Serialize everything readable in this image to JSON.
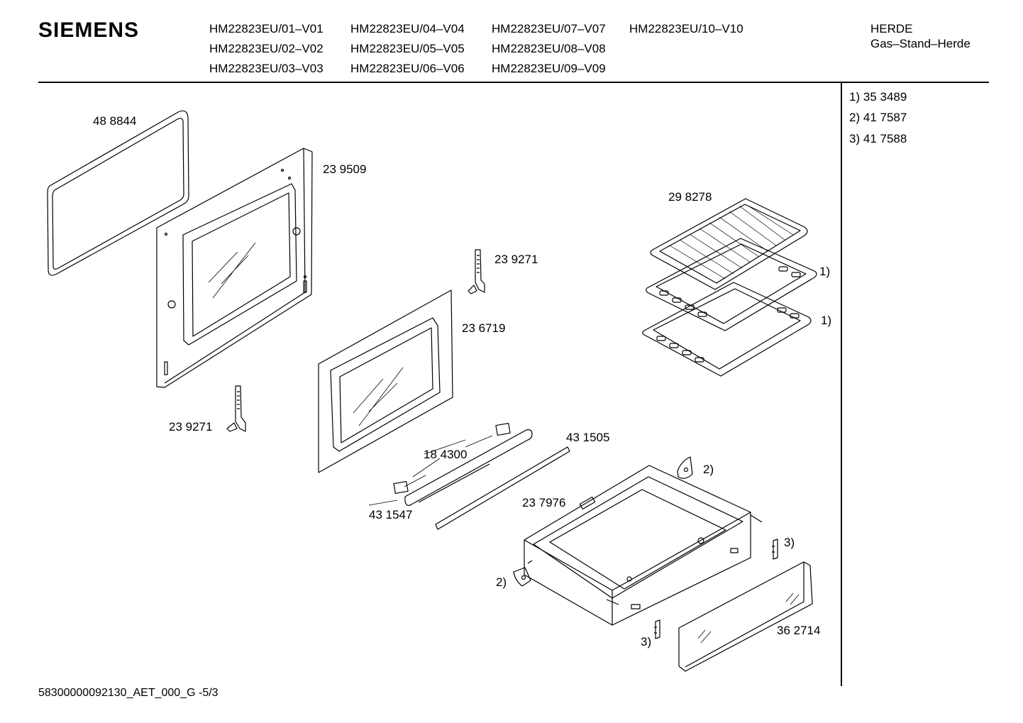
{
  "header": {
    "brand": "SIEMENS",
    "models": [
      "HM22823EU/01–V01",
      "HM22823EU/04–V04",
      "HM22823EU/07–V07",
      "HM22823EU/10–V10",
      "HM22823EU/02–V02",
      "HM22823EU/05–V05",
      "HM22823EU/08–V08",
      "HM22823EU/03–V03",
      "HM22823EU/06–V06",
      "HM22823EU/09–V09"
    ],
    "category": "HERDE",
    "subcategory": "Gas–Stand–Herde"
  },
  "references": [
    {
      "key": "1)",
      "part": "35 3489"
    },
    {
      "key": "2)",
      "part": "41 7587"
    },
    {
      "key": "3)",
      "part": "41 7588"
    }
  ],
  "parts": {
    "gasket": "48 8844",
    "inner_door": "23 9509",
    "shelf": "29 8278",
    "hinge_upper": "23 9271",
    "outer_door": "23 6719",
    "hinge_lower": "23 9271",
    "handle": "18 4300",
    "rail": "43 1505",
    "handle_end": "43 1547",
    "drawer": "23 7976",
    "drawer_front": "36 2714"
  },
  "callouts": {
    "tray1": "1)",
    "tray2": "1)",
    "bracket_top": "2)",
    "bracket_left": "2)",
    "clip_right": "3)",
    "clip_bottom": "3)"
  },
  "footer": {
    "doc_id": "58300000092130_AET_000_G",
    "page": "-5/3"
  }
}
